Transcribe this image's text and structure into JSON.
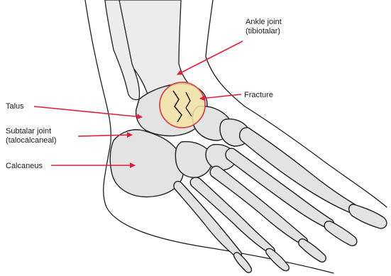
{
  "labels": {
    "ankle_joint_line1": "Ankle joint",
    "ankle_joint_line2": "(tibiotalar)",
    "fracture": "Fracture",
    "talus": "Talus",
    "subtalar_line1": "Subtalar joint",
    "subtalar_line2": "(talocalcaneal)",
    "calcaneus": "Calcaneus"
  },
  "colors": {
    "leader": "#e0203a",
    "fracture_highlight": "#f4e4a8",
    "fracture_outline": "#d94a4a",
    "bone_fill": "#e3e3e3",
    "outline": "#1f1f1f"
  }
}
